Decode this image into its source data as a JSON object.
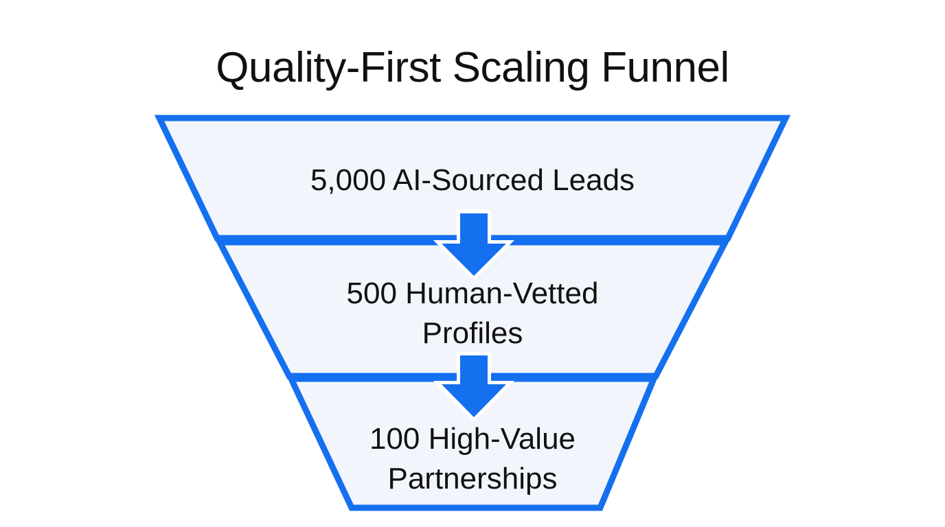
{
  "diagram": {
    "type": "funnel",
    "title": "Quality-First Scaling Funnel",
    "background_color": "#ffffff",
    "stroke_color": "#1570EF",
    "fill_color": "#F2F6FC",
    "text_color": "#111111",
    "arrow_color": "#1570EF",
    "arrow_halo_color": "#FFFFFF",
    "stages": [
      {
        "index": 1,
        "label": "5,000 AI-Sourced Leads",
        "lines": [
          "5,000 AI-Sourced Leads"
        ],
        "value": 5000,
        "unit": "AI-Sourced Leads"
      },
      {
        "index": 2,
        "label": "500 Human-Vetted Profiles",
        "lines": [
          "500 Human-Vetted",
          "Profiles"
        ],
        "value": 500,
        "unit": "Human-Vetted Profiles"
      },
      {
        "index": 3,
        "label": "100 High-Value Partnerships",
        "lines": [
          "100 High-Value",
          "Partnerships"
        ],
        "value": 100,
        "unit": "High-Value Partnerships"
      }
    ],
    "connectors": [
      {
        "index": 1,
        "icon": "down-arrow-icon",
        "from_stage": 1,
        "to_stage": 2
      },
      {
        "index": 2,
        "icon": "down-arrow-icon",
        "from_stage": 2,
        "to_stage": 3
      }
    ]
  },
  "chart_data": {
    "type": "funnel",
    "title": "Quality-First Scaling Funnel",
    "categories": [
      "5,000 AI-Sourced Leads",
      "500 Human-Vetted Profiles",
      "100 High-Value Partnerships"
    ],
    "values": [
      5000,
      500,
      100
    ],
    "xlabel": "",
    "ylabel": "",
    "legend": [],
    "grid": false
  }
}
